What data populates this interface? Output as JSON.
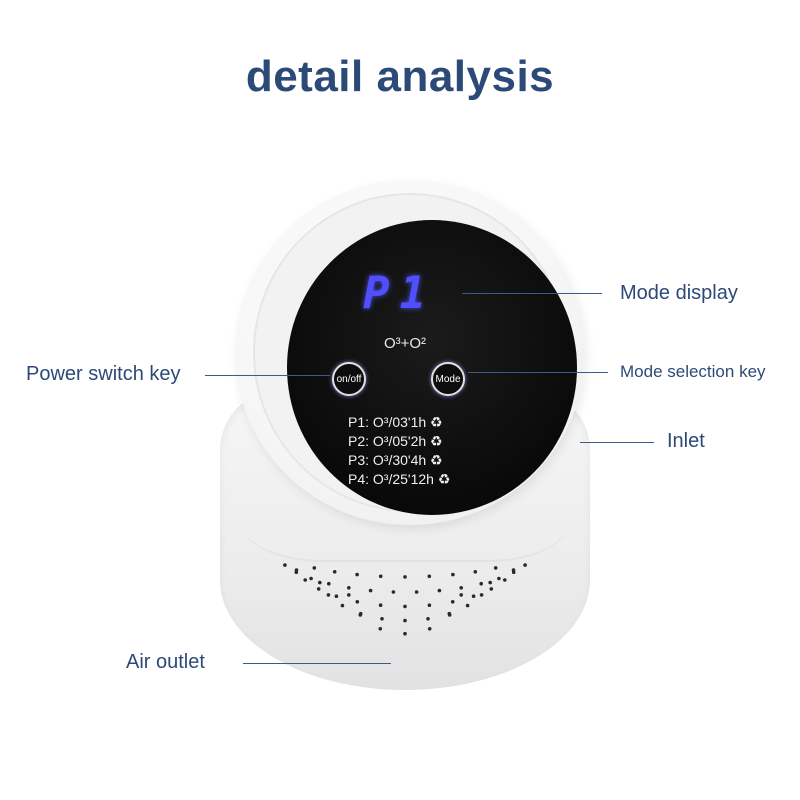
{
  "title": "detail analysis",
  "device": {
    "display": "P1",
    "o3o2": "O³+O²",
    "buttons": {
      "onoff": "on/off",
      "mode": "Mode"
    },
    "programs": [
      "P1: O³/03'1h ♻",
      "P2: O³/05'2h ♻",
      "P3: O³/30'4h ♻",
      "P4: O³/25'12h ♻"
    ]
  },
  "labels": {
    "mode_display": "Mode display",
    "power_switch": "Power switch key",
    "mode_selection": "Mode selection key",
    "inlet": "Inlet",
    "air_outlet": "Air outlet"
  },
  "colors": {
    "label": "#2c4a78",
    "display": "#4f4fff"
  }
}
